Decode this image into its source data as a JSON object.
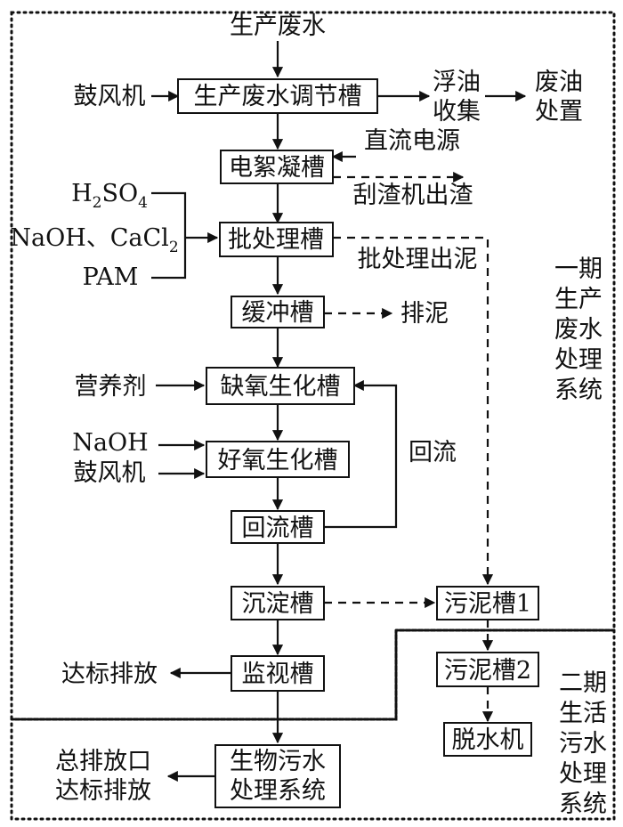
{
  "nodes": {
    "wastewater_source": "生产废水",
    "blower_top": "鼓风机",
    "regulating_tank": "生产废水调节槽",
    "float_oil_line1": "浮油",
    "float_oil_line2": "收集",
    "waste_oil_line1": "废油",
    "waste_oil_line2": "处置",
    "dc_power": "直流电源",
    "electroflocculation_tank": "电絮凝槽",
    "scraper_slag": "刮渣机出渣",
    "batch_tank": "批处理槽",
    "batch_sludge": "批处理出泥",
    "buffer_tank": "缓冲槽",
    "discharge_sludge": "排泥",
    "nutrient": "营养剂",
    "anoxic_tank": "缺氧生化槽",
    "naoh": "NaOH",
    "blower_mid": "鼓风机",
    "aerobic_tank": "好氧生化槽",
    "reflux_label": "回流",
    "reflux_tank": "回流槽",
    "sedimentation_tank": "沉淀槽",
    "sludge_tank_1": "污泥槽1",
    "sludge_tank_2": "污泥槽2",
    "dewatering_machine": "脱水机",
    "compliant_discharge": "达标排放",
    "monitoring_tank": "监视槽",
    "bio_system_line1": "生物污水",
    "bio_system_line2": "处理系统",
    "outlet_line1": "总排放口",
    "outlet_line2": "达标排放"
  },
  "reagents": {
    "h2so4_h": "H",
    "h2so4_2": "2",
    "h2so4_so": "SO",
    "h2so4_4": "4",
    "naoh_cacl": "NaOH、CaCl",
    "cacl_2": "2",
    "pam": "PAM"
  },
  "systems": {
    "phase1": [
      "一期",
      "生产",
      "废水",
      "处理",
      "系统"
    ],
    "phase2": [
      "二期",
      "生活",
      "污水",
      "处理",
      "系统"
    ]
  }
}
